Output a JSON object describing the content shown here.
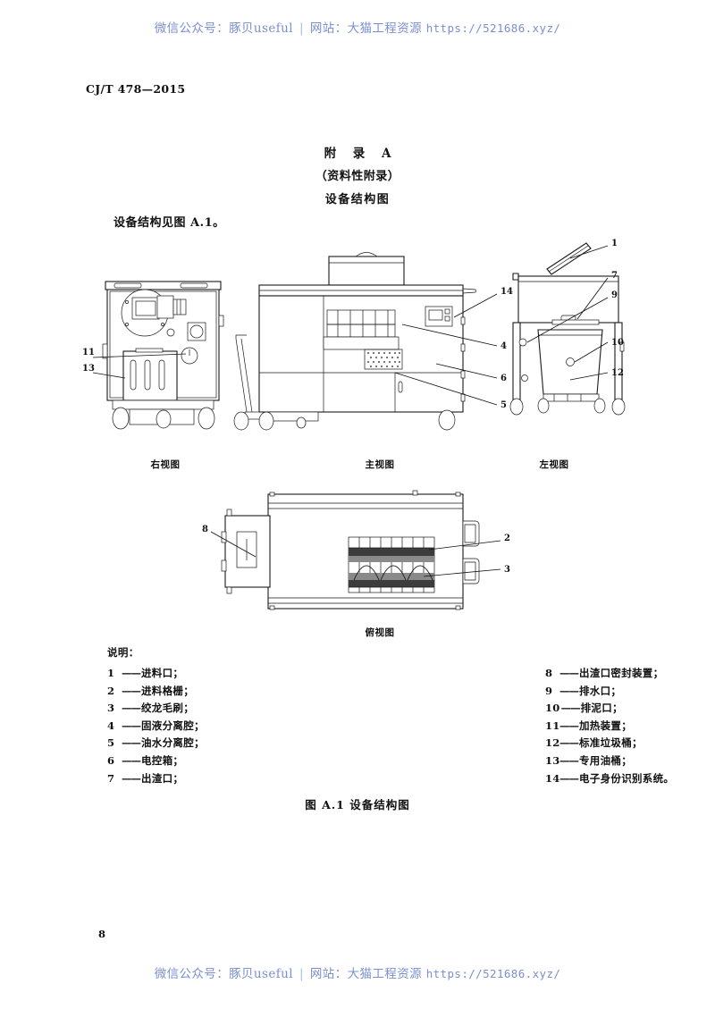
{
  "watermark": {
    "wechat_label": "微信公众号：豚贝useful",
    "separator": "|",
    "site_label": "网站：大猫工程资源",
    "url": "https://521686.xyz/"
  },
  "header": {
    "standard_code": "CJ/T 478—2015"
  },
  "annex": {
    "label": "附 录 A",
    "type": "（资料性附录）",
    "name": "设备结构图",
    "intro": "设备结构见图 A.1。"
  },
  "views": {
    "right": "右视图",
    "main": "主视图",
    "left": "左视图",
    "top": "俯视图"
  },
  "callouts": {
    "right_view": [
      "11",
      "13"
    ],
    "main_view": [
      "14",
      "4",
      "6",
      "5"
    ],
    "left_view": [
      "1",
      "7",
      "9",
      "10",
      "12"
    ],
    "top_view": [
      "8",
      "2",
      "3"
    ]
  },
  "legend": {
    "title": "说明：",
    "dash": "——",
    "left_column": [
      {
        "num": "1",
        "text": "进料口；"
      },
      {
        "num": "2",
        "text": "进料格栅；"
      },
      {
        "num": "3",
        "text": "绞龙毛刷；"
      },
      {
        "num": "4",
        "text": "固液分离腔；"
      },
      {
        "num": "5",
        "text": "油水分离腔；"
      },
      {
        "num": "6",
        "text": "电控箱；"
      },
      {
        "num": "7",
        "text": "出渣口；"
      }
    ],
    "right_column": [
      {
        "num": "8",
        "text": "出渣口密封装置；"
      },
      {
        "num": "9",
        "text": "排水口；"
      },
      {
        "num": "10",
        "text": "排泥口；"
      },
      {
        "num": "11",
        "text": "加热装置；"
      },
      {
        "num": "12",
        "text": "标准垃圾桶；"
      },
      {
        "num": "13",
        "text": "专用油桶；"
      },
      {
        "num": "14",
        "text": "电子身份识别系统。"
      }
    ]
  },
  "figure_caption": "图 A.1   设备结构图",
  "page_number": "8",
  "colors": {
    "watermark_blue": "#7b8fd0",
    "text_black": "#111111",
    "line_black": "#1a1a1a"
  }
}
